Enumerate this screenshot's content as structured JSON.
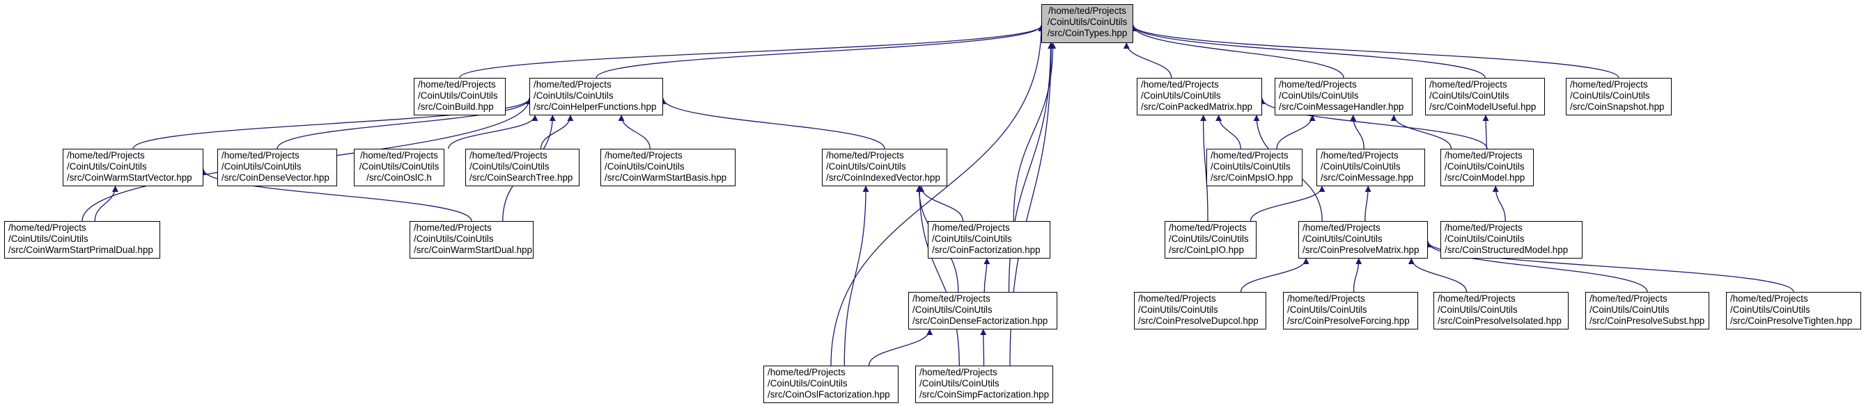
{
  "graph": {
    "edge_color": "#191970",
    "root_fill": "#bfbfbf",
    "nodes": [
      {
        "id": "types",
        "lines": [
          "/home/ted/Projects",
          "/CoinUtils/CoinUtils",
          "/src/CoinTypes.hpp"
        ],
        "root": true
      },
      {
        "id": "build",
        "lines": [
          "/home/ted/Projects",
          "/CoinUtils/CoinUtils",
          "/src/CoinBuild.hpp"
        ]
      },
      {
        "id": "helper",
        "lines": [
          "/home/ted/Projects",
          "/CoinUtils/CoinUtils",
          "/src/CoinHelperFunctions.hpp"
        ]
      },
      {
        "id": "packed",
        "lines": [
          "/home/ted/Projects",
          "/CoinUtils/CoinUtils",
          "/src/CoinPackedMatrix.hpp"
        ]
      },
      {
        "id": "msghandler",
        "lines": [
          "/home/ted/Projects",
          "/CoinUtils/CoinUtils",
          "/src/CoinMessageHandler.hpp"
        ]
      },
      {
        "id": "modeluseful",
        "lines": [
          "/home/ted/Projects",
          "/CoinUtils/CoinUtils",
          "/src/CoinModelUseful.hpp"
        ]
      },
      {
        "id": "snapshot",
        "lines": [
          "/home/ted/Projects",
          "/CoinUtils/CoinUtils",
          "/src/CoinSnapshot.hpp"
        ]
      },
      {
        "id": "warmvec",
        "lines": [
          "/home/ted/Projects",
          "/CoinUtils/CoinUtils",
          "/src/CoinWarmStartVector.hpp"
        ]
      },
      {
        "id": "densevec",
        "lines": [
          "/home/ted/Projects",
          "/CoinUtils/CoinUtils",
          "/src/CoinDenseVector.hpp"
        ]
      },
      {
        "id": "oslc",
        "lines": [
          "/home/ted/Projects",
          "/CoinUtils/CoinUtils",
          "/src/CoinOslC.h"
        ]
      },
      {
        "id": "searchtree",
        "lines": [
          "/home/ted/Projects",
          "/CoinUtils/CoinUtils",
          "/src/CoinSearchTree.hpp"
        ]
      },
      {
        "id": "warmbasis",
        "lines": [
          "/home/ted/Projects",
          "/CoinUtils/CoinUtils",
          "/src/CoinWarmStartBasis.hpp"
        ]
      },
      {
        "id": "indexed",
        "lines": [
          "/home/ted/Projects",
          "/CoinUtils/CoinUtils",
          "/src/CoinIndexedVector.hpp"
        ]
      },
      {
        "id": "mpsio",
        "lines": [
          "/home/ted/Projects",
          "/CoinUtils/CoinUtils",
          "/src/CoinMpsIO.hpp"
        ]
      },
      {
        "id": "message",
        "lines": [
          "/home/ted/Projects",
          "/CoinUtils/CoinUtils",
          "/src/CoinMessage.hpp"
        ]
      },
      {
        "id": "model",
        "lines": [
          "/home/ted/Projects",
          "/CoinUtils/CoinUtils",
          "/src/CoinModel.hpp"
        ]
      },
      {
        "id": "warmprimal",
        "lines": [
          "/home/ted/Projects",
          "/CoinUtils/CoinUtils",
          "/src/CoinWarmStartPrimalDual.hpp"
        ]
      },
      {
        "id": "warmdual",
        "lines": [
          "/home/ted/Projects",
          "/CoinUtils/CoinUtils",
          "/src/CoinWarmStartDual.hpp"
        ]
      },
      {
        "id": "factor",
        "lines": [
          "/home/ted/Projects",
          "/CoinUtils/CoinUtils",
          "/src/CoinFactorization.hpp"
        ]
      },
      {
        "id": "lpio",
        "lines": [
          "/home/ted/Projects",
          "/CoinUtils/CoinUtils",
          "/src/CoinLpIO.hpp"
        ]
      },
      {
        "id": "presolvematrix",
        "lines": [
          "/home/ted/Projects",
          "/CoinUtils/CoinUtils",
          "/src/CoinPresolveMatrix.hpp"
        ]
      },
      {
        "id": "structmodel",
        "lines": [
          "/home/ted/Projects",
          "/CoinUtils/CoinUtils",
          "/src/CoinStructuredModel.hpp"
        ]
      },
      {
        "id": "densefactor",
        "lines": [
          "/home/ted/Projects",
          "/CoinUtils/CoinUtils",
          "/src/CoinDenseFactorization.hpp"
        ]
      },
      {
        "id": "dupcol",
        "lines": [
          "/home/ted/Projects",
          "/CoinUtils/CoinUtils",
          "/src/CoinPresolveDupcol.hpp"
        ]
      },
      {
        "id": "forcing",
        "lines": [
          "/home/ted/Projects",
          "/CoinUtils/CoinUtils",
          "/src/CoinPresolveForcing.hpp"
        ]
      },
      {
        "id": "isolated",
        "lines": [
          "/home/ted/Projects",
          "/CoinUtils/CoinUtils",
          "/src/CoinPresolveIsolated.hpp"
        ]
      },
      {
        "id": "subst",
        "lines": [
          "/home/ted/Projects",
          "/CoinUtils/CoinUtils",
          "/src/CoinPresolveSubst.hpp"
        ]
      },
      {
        "id": "tighten",
        "lines": [
          "/home/ted/Projects",
          "/CoinUtils/CoinUtils",
          "/src/CoinPresolveTighten.hpp"
        ]
      },
      {
        "id": "oslfactor",
        "lines": [
          "/home/ted/Projects",
          "/CoinUtils/CoinUtils",
          "/src/CoinOslFactorization.hpp"
        ]
      },
      {
        "id": "simpfactor",
        "lines": [
          "/home/ted/Projects",
          "/CoinUtils/CoinUtils",
          "/src/CoinSimpFactorization.hpp"
        ]
      }
    ],
    "edges": [
      [
        "build",
        "types"
      ],
      [
        "helper",
        "types"
      ],
      [
        "packed",
        "types"
      ],
      [
        "msghandler",
        "types"
      ],
      [
        "modeluseful",
        "types"
      ],
      [
        "snapshot",
        "types"
      ],
      [
        "factor",
        "types"
      ],
      [
        "densefactor",
        "types"
      ],
      [
        "oslfactor",
        "types"
      ],
      [
        "simpfactor",
        "types"
      ],
      [
        "warmvec",
        "helper"
      ],
      [
        "densevec",
        "helper"
      ],
      [
        "oslc",
        "helper"
      ],
      [
        "searchtree",
        "helper"
      ],
      [
        "warmbasis",
        "helper"
      ],
      [
        "indexed",
        "helper"
      ],
      [
        "warmprimal",
        "helper"
      ],
      [
        "warmdual",
        "helper"
      ],
      [
        "warmprimal",
        "warmvec"
      ],
      [
        "warmdual",
        "warmvec"
      ],
      [
        "mpsio",
        "packed"
      ],
      [
        "model",
        "packed"
      ],
      [
        "lpio",
        "packed"
      ],
      [
        "presolvematrix",
        "packed"
      ],
      [
        "mpsio",
        "msghandler"
      ],
      [
        "message",
        "msghandler"
      ],
      [
        "model",
        "msghandler"
      ],
      [
        "lpio",
        "message"
      ],
      [
        "presolvematrix",
        "message"
      ],
      [
        "model",
        "modeluseful"
      ],
      [
        "structmodel",
        "model"
      ],
      [
        "factor",
        "indexed"
      ],
      [
        "densefactor",
        "indexed"
      ],
      [
        "oslfactor",
        "indexed"
      ],
      [
        "simpfactor",
        "indexed"
      ],
      [
        "densefactor",
        "factor"
      ],
      [
        "oslfactor",
        "densefactor"
      ],
      [
        "simpfactor",
        "densefactor"
      ],
      [
        "dupcol",
        "presolvematrix"
      ],
      [
        "forcing",
        "presolvematrix"
      ],
      [
        "isolated",
        "presolvematrix"
      ],
      [
        "subst",
        "presolvematrix"
      ],
      [
        "tighten",
        "presolvematrix"
      ]
    ]
  }
}
